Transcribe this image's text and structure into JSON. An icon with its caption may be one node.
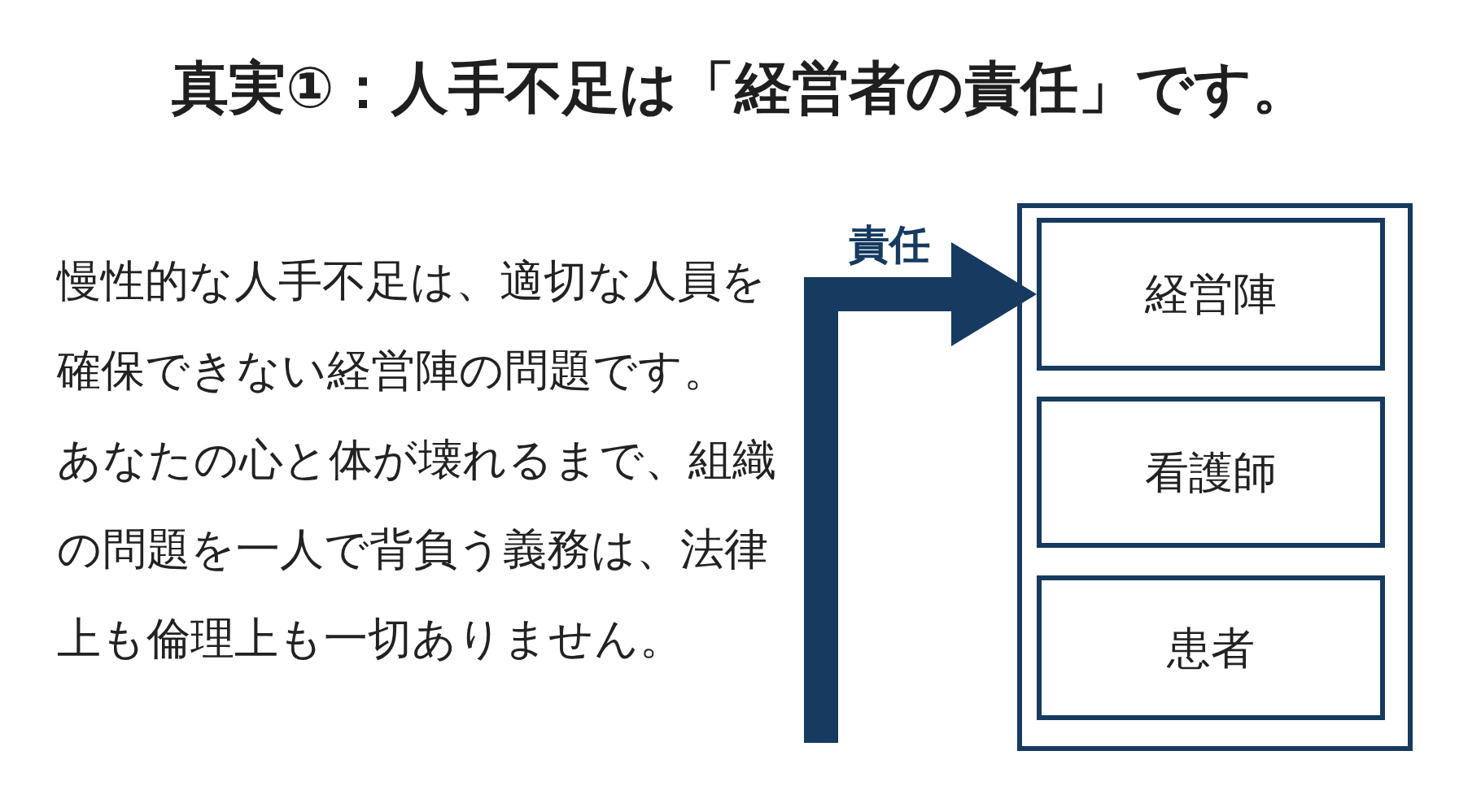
{
  "diagram": {
    "title": "真実①：人手不足は「経営者の責任」です。",
    "nodes": [
      {
        "text": [],
        "shape": "box"
      },
      {
        "text": [
          "経営陣"
        ],
        "in": 0
      },
      {
        "text": [
          "看護師"
        ],
        "in": 0
      },
      {
        "text": [
          "患者"
        ],
        "in": 0
      }
    ],
    "edges": [
      {
        "from": null,
        "to": 1,
        "arrow": "to",
        "label": "責任"
      }
    ],
    "labels": [
      "慢性的な人手不足は、適切な人員を確保できない経営陣の問題です。",
      "あなたの心と体が壊れるまで、組織の問題を一人で背負う義務は、法律上も倫理上も一切ありません。"
    ]
  }
}
